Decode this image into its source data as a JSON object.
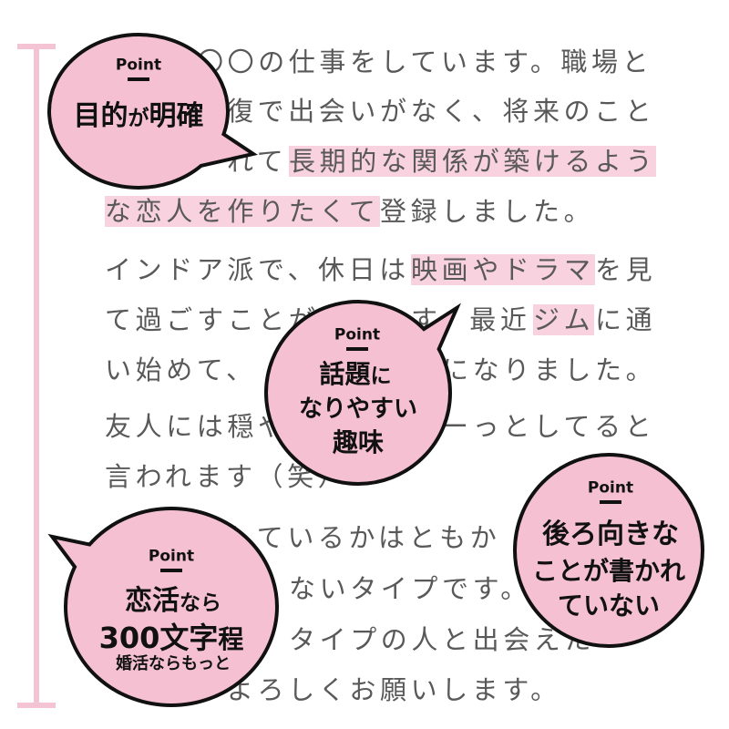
{
  "colors": {
    "text": "#595959",
    "highlight": "#f9d2df",
    "bubble_fill": "#f5c1d2",
    "bubble_border": "#111111",
    "bracket": "#f4c4d4"
  },
  "body": {
    "lines": [
      {
        "segments": [
          {
            "text": "〇〇の仕事をしています。職場と"
          }
        ]
      },
      {
        "segments": [
          {
            "text": "復で出会いがなく、将来のこと"
          }
        ]
      },
      {
        "segments": [
          {
            "text": "れて"
          },
          {
            "text": "長期的な関係が築けるよう",
            "highlight": true
          }
        ]
      },
      {
        "segments": [
          {
            "text": "な恋人を作りたくて",
            "highlight": true
          },
          {
            "text": "登録しました。"
          }
        ]
      },
      {
        "segments": [
          {
            "text": "インドア派で、休日は"
          },
          {
            "text": "映画やドラマ",
            "highlight": true
          },
          {
            "text": "を見"
          }
        ]
      },
      {
        "segments": [
          {
            "text": "て過ごすことが"
          },
          {
            "text": "す。最近"
          },
          {
            "text": "ジム",
            "highlight": true
          },
          {
            "text": "に通"
          }
        ]
      },
      {
        "segments": [
          {
            "text": "い始めて、"
          },
          {
            "text": "になりました。"
          }
        ]
      },
      {
        "segments": [
          {
            "text": "友人には穏や"
          },
          {
            "text": "ーっとしてると"
          }
        ]
      },
      {
        "segments": [
          {
            "text": "言われます（笑）"
          }
        ]
      },
      {
        "segments": [
          {
            "text": "しているかはともか"
          }
        ]
      },
      {
        "segments": [
          {
            "text": "ないタイプです。"
          }
        ]
      },
      {
        "segments": [
          {
            "text": "タイプの人と出会えた"
          }
        ]
      },
      {
        "segments": [
          {
            "text": "よろしくお願いします。"
          }
        ]
      }
    ]
  },
  "points": [
    {
      "label": "Point",
      "lines": [
        [
          "目的",
          "が",
          "明確"
        ]
      ]
    },
    {
      "label": "Point",
      "lines": [
        [
          "話題",
          "に"
        ],
        [
          "なりやすい"
        ],
        [
          "趣味"
        ]
      ]
    },
    {
      "label": "Point",
      "lines": [
        [
          "後ろ向きな"
        ],
        [
          "ことが書かれ"
        ],
        [
          "ていない"
        ]
      ]
    },
    {
      "label": "Point",
      "lines": [
        [
          "恋活",
          "なら"
        ],
        [
          "300文字",
          "程"
        ],
        [
          "婚活ならもっと"
        ]
      ]
    }
  ]
}
